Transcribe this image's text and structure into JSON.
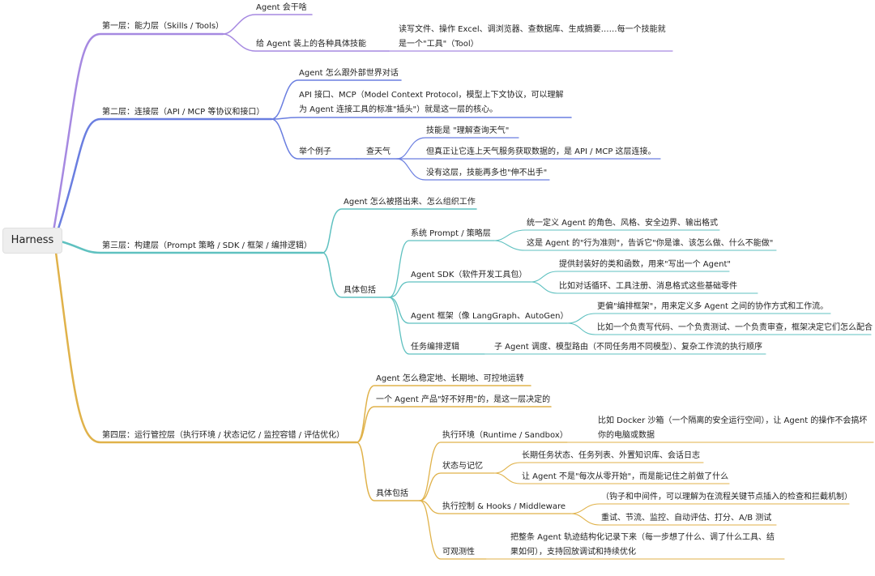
{
  "root": "Harness",
  "colors": {
    "purple": "#a689e1",
    "blue": "#6a7ee0",
    "teal": "#5fc1c0",
    "gold": "#e0b24a"
  },
  "l1": {
    "title": "第一层：能力层（Skills / Tools）",
    "a": "Agent 会干啥",
    "b": "给 Agent 装上的各种具体技能",
    "b1": "读写文件、操作 Excel、调浏览器、查数据库、生成摘要……每一个技能就是一个\"工具\"（Tool）"
  },
  "l2": {
    "title": "第二层：连接层（API / MCP 等协议和接口）",
    "a": "Agent 怎么跟外部世界对话",
    "b": "API 接口、MCP（Model Context Protocol，模型上下文协议，可以理解为 Agent 连接工具的标准\"插头\"）就是这一层的核心。",
    "c": "举个例子",
    "c1": "查天气",
    "c1a": "技能是 \"理解查询天气\"",
    "c1b": "但真正让它连上天气服务获取数据的，是 API / MCP 这层连接。",
    "c1c": "没有这层，技能再多也\"伸不出手\""
  },
  "l3": {
    "title": "第三层：构建层（Prompt 策略 / SDK / 框架 / 编排逻辑）",
    "a": "Agent 怎么被搭出来、怎么组织工作",
    "b": "具体包括",
    "p": "系统 Prompt / 策略层",
    "p1": "统一定义 Agent 的角色、风格、安全边界、输出格式",
    "p2": "这是 Agent 的\"行为准则\"，告诉它\"你是谁、该怎么做、什么不能做\"",
    "s": "Agent SDK（软件开发工具包）",
    "s1": "提供封装好的类和函数，用来\"写出一个 Agent\"",
    "s2": "比如对话循环、工具注册、消息格式这些基础零件",
    "f": "Agent 框架（像 LangGraph、AutoGen）",
    "f1": "更偏\"编排框架\"，用来定义多 Agent 之间的协作方式和工作流。",
    "f2": "比如一个负责写代码、一个负责测试、一个负责审查，框架决定它们怎么配合",
    "o": "任务编排逻辑",
    "o1": "子 Agent 调度、模型路由（不同任务用不同模型）、复杂工作流的执行顺序"
  },
  "l4": {
    "title": "第四层：运行管控层（执行环境 / 状态记忆 / 监控容错 / 评估优化）",
    "a": "Agent 怎么稳定地、长期地、可控地运转",
    "b": "一个 Agent 产品\"好不好用\"的，是这一层决定的",
    "c": "具体包括",
    "e": "执行环境（Runtime / Sandbox）",
    "e1": "比如 Docker 沙箱（一个隔离的安全运行空间），让 Agent 的操作不会搞坏你的电脑或数据",
    "m": "状态与记忆",
    "m1": "长期任务状态、任务列表、外置知识库、会话日志",
    "m2": "让 Agent 不是\"每次从零开始\"，而是能记住之前做了什么",
    "h": "执行控制 & Hooks / Middleware",
    "h1": "（钩子和中间件，可以理解为在流程关键节点插入的检查和拦截机制）",
    "h2": "重试、节流、监控、自动评估、打分、A/B 测试",
    "v": "可观测性",
    "v1": "把整条 Agent 轨迹结构化记录下来（每一步想了什么、调了什么工具、结果如何），支持回放调试和持续优化"
  }
}
